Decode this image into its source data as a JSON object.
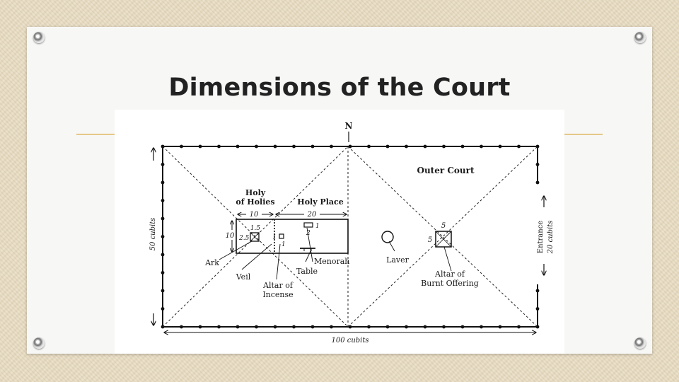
{
  "slide": {
    "title": "Dimensions of the Court"
  },
  "diagram": {
    "north": "N",
    "outer_court": "Outer Court",
    "holy_of_holies_line1": "Holy",
    "holy_of_holies_line2": "of Holies",
    "holy_place": "Holy Place",
    "dim_holies_width": "10",
    "dim_holy_place_width": "20",
    "dim_holies_height": "10",
    "ark_dim_1": "1.5",
    "ark_dim_2": "2.5",
    "incense_dim_1": "1",
    "incense_dim_2": "1",
    "table_dim_1": "1",
    "table_dim_2": "2",
    "ark": "Ark",
    "veil": "Veil",
    "altar_incense_line1": "Altar of",
    "altar_incense_line2": "Incense",
    "table": "Table",
    "menorah": "Menorah",
    "laver": "Laver",
    "altar_burnt_line1": "Altar of",
    "altar_burnt_line2": "Burnt Offering",
    "altar_dim_top": "5",
    "altar_dim_left": "5",
    "left_dimension": "50 cubits",
    "bottom_dimension": "100 cubits",
    "entrance": "Entrance",
    "entrance_width": "20 cubits"
  },
  "colors": {
    "accent_rule": "#e3c987",
    "background": "#e9ddc3"
  }
}
